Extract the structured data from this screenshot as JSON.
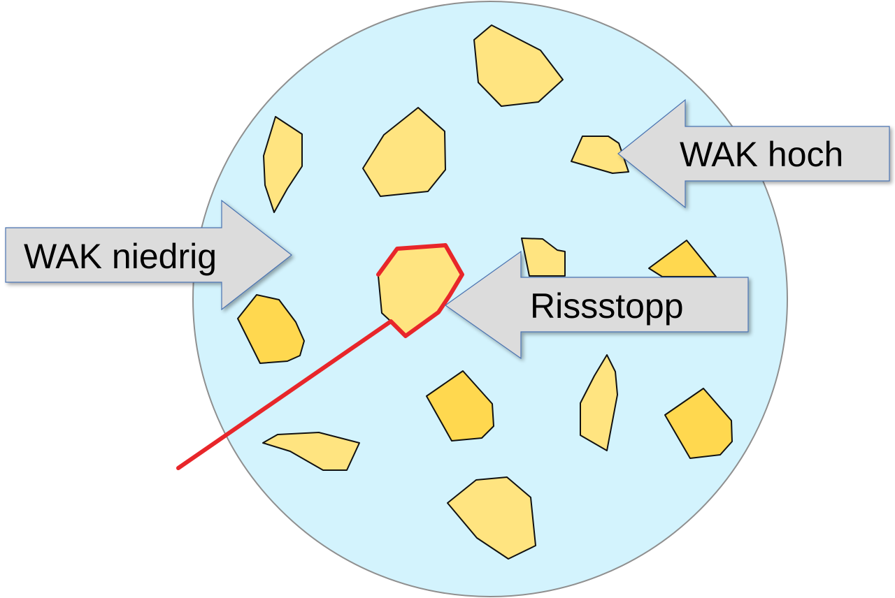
{
  "diagram": {
    "title": "",
    "labels": {
      "wak_low": "WAK niedrig",
      "wak_high": "WAK hoch",
      "crack_stop": "Rissstopp"
    },
    "colors": {
      "matrix": "#d3f3fd",
      "matrix_border": "#8f8f8f",
      "particle_light": "#ffe480",
      "particle_dark": "#ffd84f",
      "particle_stroke": "#111111",
      "crack": "#e8262a",
      "arrow_fill": "#dcdcdc",
      "arrow_stroke": "#4a72b0"
    },
    "elements": [
      {
        "id": "matrix-circle",
        "type": "ellipse",
        "meaning": "matrix"
      },
      {
        "id": "crack-line",
        "type": "polyline",
        "meaning": "crack path stopped at particle"
      },
      {
        "id": "arrow-wak-low",
        "label_ref": "wak_low",
        "direction": "right"
      },
      {
        "id": "arrow-wak-high",
        "label_ref": "wak_high",
        "direction": "left"
      },
      {
        "id": "arrow-crack-stop",
        "label_ref": "crack_stop",
        "direction": "left"
      }
    ]
  }
}
